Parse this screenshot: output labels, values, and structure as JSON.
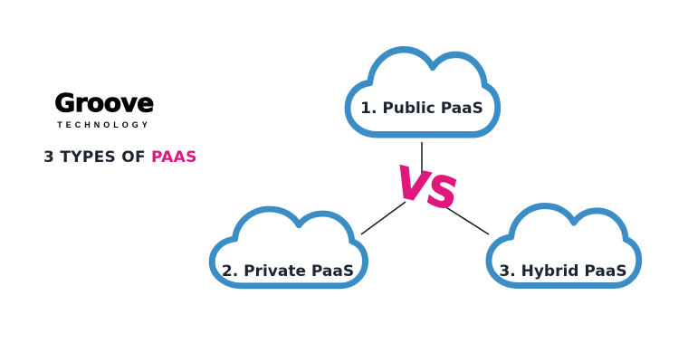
{
  "brand": {
    "logo_text": "Groove",
    "logo_subtext": "TECHNOLOGY"
  },
  "header": {
    "title_prefix": "3 TYPES OF",
    "title_highlight": "PAAS"
  },
  "diagram": {
    "vs_label": "VS",
    "clouds": [
      {
        "id": "public",
        "label": "1. Public PaaS"
      },
      {
        "id": "private",
        "label": "2. Private PaaS"
      },
      {
        "id": "hybrid",
        "label": "3. Hybrid PaaS"
      }
    ]
  },
  "colors": {
    "cloud_outline": "#3b8dc6",
    "accent_pink": "#e0187c",
    "text_dark": "#1c2431",
    "connector_line": "#1a1a1a",
    "background": "#ffffff"
  }
}
